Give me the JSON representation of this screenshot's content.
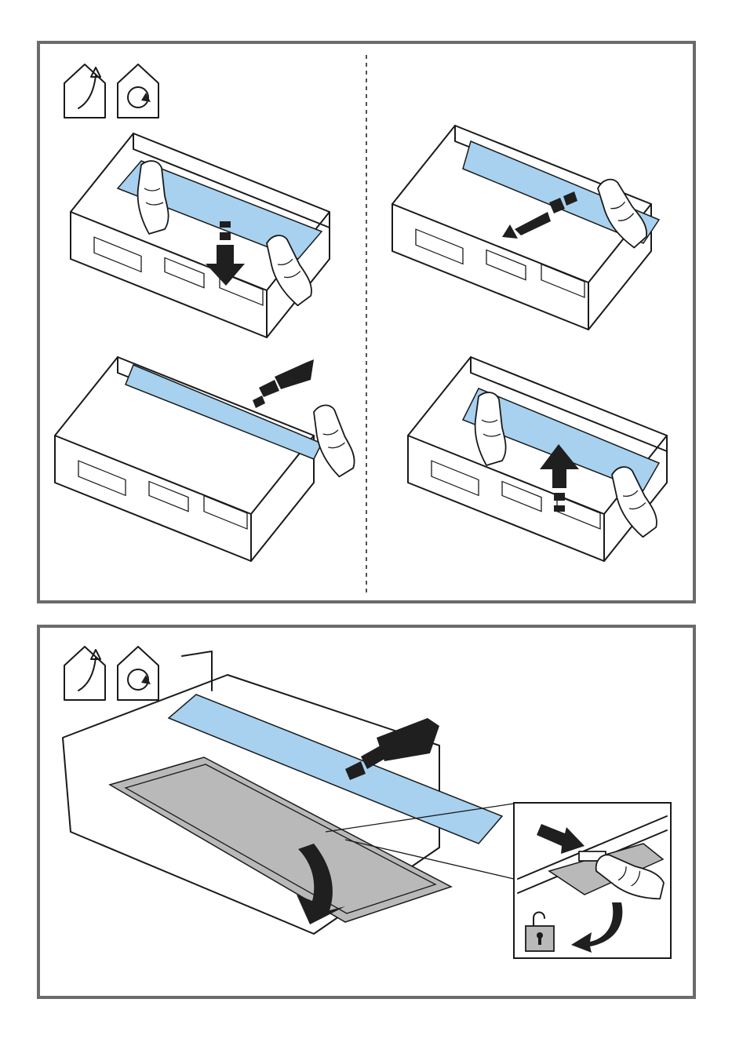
{
  "panels": [
    {
      "id": "top",
      "steps": 4,
      "icons": [
        "recirculation-mode-icon",
        "extraction-mode-icon"
      ]
    },
    {
      "id": "bottom",
      "steps": 1,
      "icons": [
        "recirculation-mode-icon",
        "extraction-mode-icon"
      ],
      "inset": "unlock-icon"
    }
  ],
  "colors": {
    "filter": "#a7d1ee",
    "grease_filter": "#b9b9b9",
    "frame": "#6b6b6b",
    "arrow": "#1f1f1f"
  }
}
